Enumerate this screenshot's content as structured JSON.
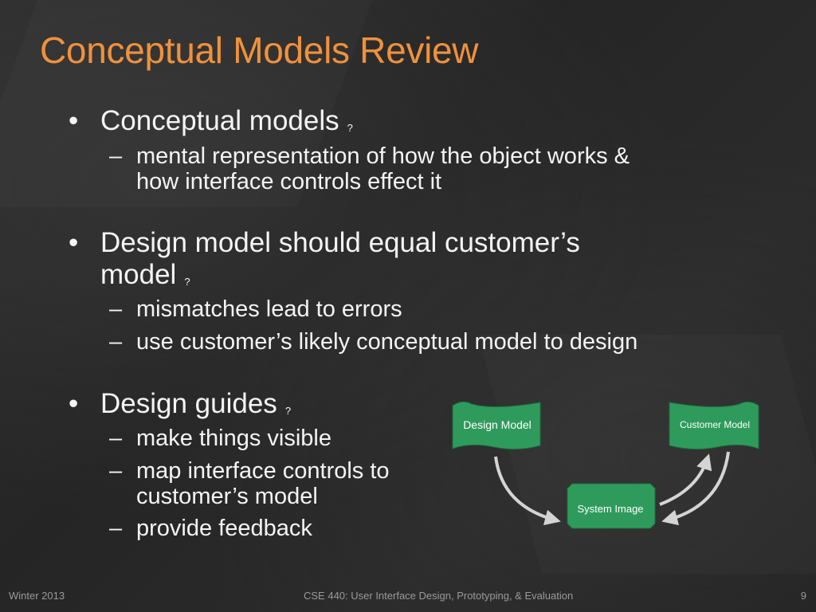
{
  "slide": {
    "title": "Conceptual Models Review",
    "bullets": [
      {
        "text": "Conceptual models",
        "marker": "?",
        "subs": [
          "mental representation of how the object works &",
          "how interface controls effect it"
        ]
      },
      {
        "text_line1": "Design model should equal customer’s",
        "text_line2": "model",
        "marker": "?",
        "subs": [
          "mismatches lead to errors",
          "use customer’s likely conceptual model to design"
        ]
      },
      {
        "text": "Design guides",
        "marker": "?",
        "subs": [
          "make things visible",
          "map interface controls to",
          "customer’s model",
          "provide feedback"
        ]
      }
    ],
    "bullet_symbol": "•",
    "dash_symbol": "–"
  },
  "diagram": {
    "design_model": "Design Model",
    "customer_model": "Customer Model",
    "system_image": "System Image",
    "shape_fill": "#2e9b5c",
    "arrow_color": "#d4d4d4"
  },
  "footer": {
    "left": "Winter 2013",
    "center": "CSE 440: User Interface Design, Prototyping, & Evaluation",
    "page": "9"
  },
  "colors": {
    "title": "#f0913c",
    "text": "#f4f4f4",
    "footer": "#9a9a9a",
    "background": "#2a2a2a"
  }
}
